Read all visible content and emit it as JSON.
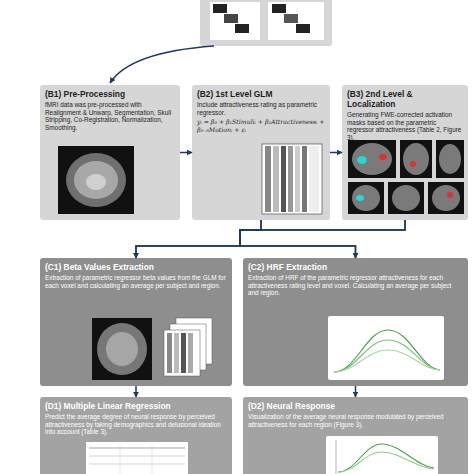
{
  "diagram": {
    "nodes": [
      {
        "text": [
          "(B1) Pre-Processing",
          "fMRI data was pre-processed with Realignment & Unwarp, Segmentation, Skull Stripping, Co-Registration, Normalization, Smoothing."
        ]
      },
      {
        "text": [
          "(B2) 1st Level GLM",
          "Include attractiveness rating as parametric regressor.",
          "yᵢ = β₀ + β₁Stimuliᵢ + β₂Attractivenessᵢ + β₃₋₈Motionᵢ + εᵢ"
        ]
      },
      {
        "text": [
          "(B3) 2nd Level & Localization",
          "Generating FWE-corrected activation masks based on the parametric regressor attractiveness (Table 2, Figure 3)."
        ]
      },
      {
        "text": [
          "(C1) Beta Values Extraction",
          "Extraction of parametric regressor beta values from the GLM for each voxel and calculating an average per subject and region."
        ]
      },
      {
        "text": [
          "(C2) HRF Extraction",
          "Extraction of HRF of the parametric regressor attractiveness for each attractiveness rating level and voxel. Calculating an average per subject and region."
        ]
      },
      {
        "text": [
          "(D1) Multiple Linear Regression",
          "Predict the average degree of neural response by perceived attractiveness by taking demographics and delusional ideation into account (Table 3)."
        ]
      },
      {
        "text": [
          "(D2) Neural Response",
          "Visualization of the average neural response modulated by perceived attractiveness for each region (Figure 3)."
        ]
      }
    ],
    "edges": [
      {
        "from": 0,
        "to": 1,
        "arrow": "to"
      },
      {
        "from": 1,
        "to": 2,
        "arrow": "to"
      },
      {
        "from": 1,
        "to": 3,
        "arrow": "to"
      },
      {
        "from": 1,
        "to": 4,
        "arrow": "to"
      },
      {
        "from": 2,
        "to": 3,
        "arrow": "to"
      },
      {
        "from": 2,
        "to": 4,
        "arrow": "to"
      },
      {
        "from": 3,
        "to": 5,
        "arrow": "to"
      },
      {
        "from": 4,
        "to": 6,
        "arrow": "to"
      }
    ]
  }
}
